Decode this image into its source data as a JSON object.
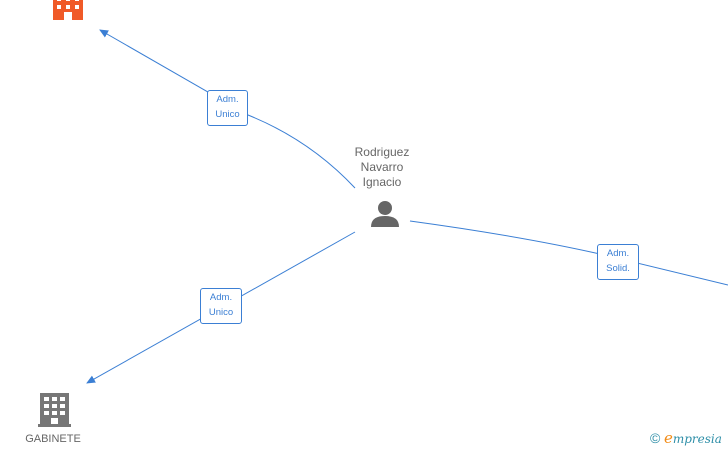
{
  "nodes": {
    "person": {
      "name_lines": [
        "Rodriguez",
        "Navarro",
        "Ignacio"
      ],
      "icon": "person-icon",
      "color": "#666666"
    },
    "company_top": {
      "label": "",
      "icon": "building-icon",
      "color": "#f05a28"
    },
    "company_bottom": {
      "label": "GABINETE",
      "icon": "building-icon",
      "color": "#777777"
    }
  },
  "edges": [
    {
      "id": "top",
      "label_lines": [
        "Adm.",
        "Unico"
      ]
    },
    {
      "id": "bottom",
      "label_lines": [
        "Adm.",
        "Unico"
      ]
    },
    {
      "id": "right",
      "label_lines": [
        "Adm.",
        "Solid."
      ]
    }
  ],
  "edge_color": "#3b7fd4",
  "watermark": {
    "copyright": "©",
    "brand_initial": "e",
    "brand_rest": "mpresia",
    "initial_color": "#f28c18",
    "text_color": "#2f8fa8"
  }
}
